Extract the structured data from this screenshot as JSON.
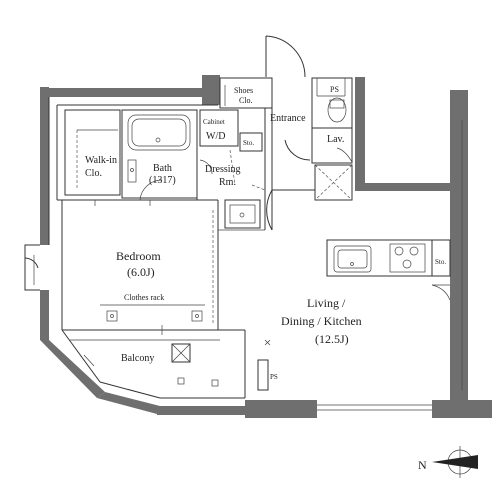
{
  "rooms": {
    "walkin": [
      "Walk-in",
      "Clo."
    ],
    "bath": [
      "Bath",
      "(1317)"
    ],
    "dressing": [
      "Dressing",
      "Rm."
    ],
    "bedroom": [
      "Bedroom",
      "(6.0J)"
    ],
    "living": [
      "Living /",
      "Dining / Kitchen",
      "(12.5J)"
    ],
    "balcony": "Balcony",
    "entrance": "Entrance",
    "shoes": [
      "Shoes",
      "Clo."
    ],
    "cabinet": "Cabinet",
    "wd": "W/D",
    "sto_small": "Sto.",
    "sto_kitchen": "Sto.",
    "lav": "Lav.",
    "ps_top": "PS",
    "ps_bottom": "PS",
    "clothes_rack": "Clothes rack"
  },
  "compass": {
    "north_label": "N"
  },
  "colors": {
    "wall": "#6f6f6f",
    "line": "#333333",
    "background": "#ffffff"
  }
}
